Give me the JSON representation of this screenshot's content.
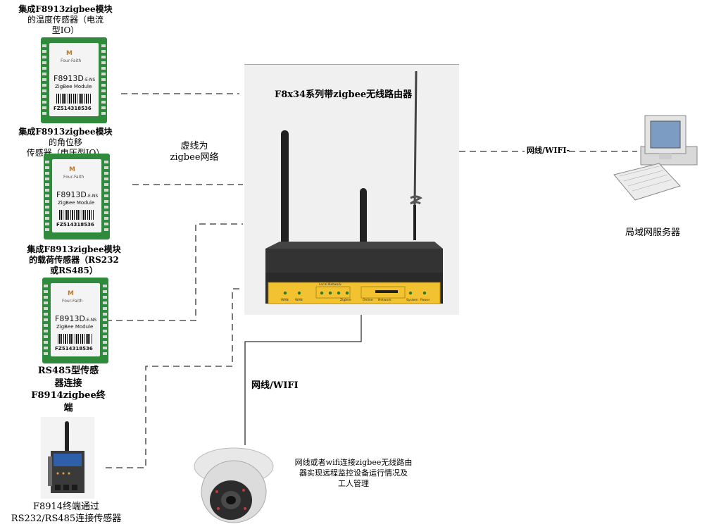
{
  "router": {
    "title": "F8x34系列带zigbee无线路由器",
    "port_labels": [
      "Local Network",
      "Zigbee",
      "Online",
      "Network",
      "System",
      "Power",
      "WAN",
      "WAN"
    ]
  },
  "modules": [
    {
      "caption": [
        "集成F8913zigbee模块",
        "的温度传感器（电流",
        "型IO）"
      ]
    },
    {
      "caption": [
        "集成F8913zigbee模块",
        "的角位移",
        "传感器（电压型IO）"
      ]
    },
    {
      "caption": [
        "集成F8913zigbee模块",
        "的载荷传感器（RS232",
        "或RS485）"
      ]
    }
  ],
  "module_print": {
    "brand": "Four-Faith",
    "model": "F8913D",
    "model_suffix": "-E-NS",
    "subtitle": "ZigBee Module",
    "serial": "FZ514318536"
  },
  "dashed_note": [
    "虚线为",
    "zigbee网络"
  ],
  "rs485_caption": [
    "RS485型传感",
    "器连接",
    "F8914zigbee终",
    "端"
  ],
  "terminal_caption": [
    "F8914终端通过",
    "RS232/RS485连接传感器"
  ],
  "server": {
    "link_label": "网线/WIFI-",
    "caption": "局域网服务器"
  },
  "camera": {
    "link_label": "网线/WIFI",
    "caption": [
      "网线或者wifi连接zigbee无线路由",
      "器实现远程监控设备运行情况及",
      "工人管理"
    ]
  },
  "colors": {
    "module_green": "#2f8a3c",
    "router_yellow": "#f2c230",
    "router_body": "#333333"
  }
}
